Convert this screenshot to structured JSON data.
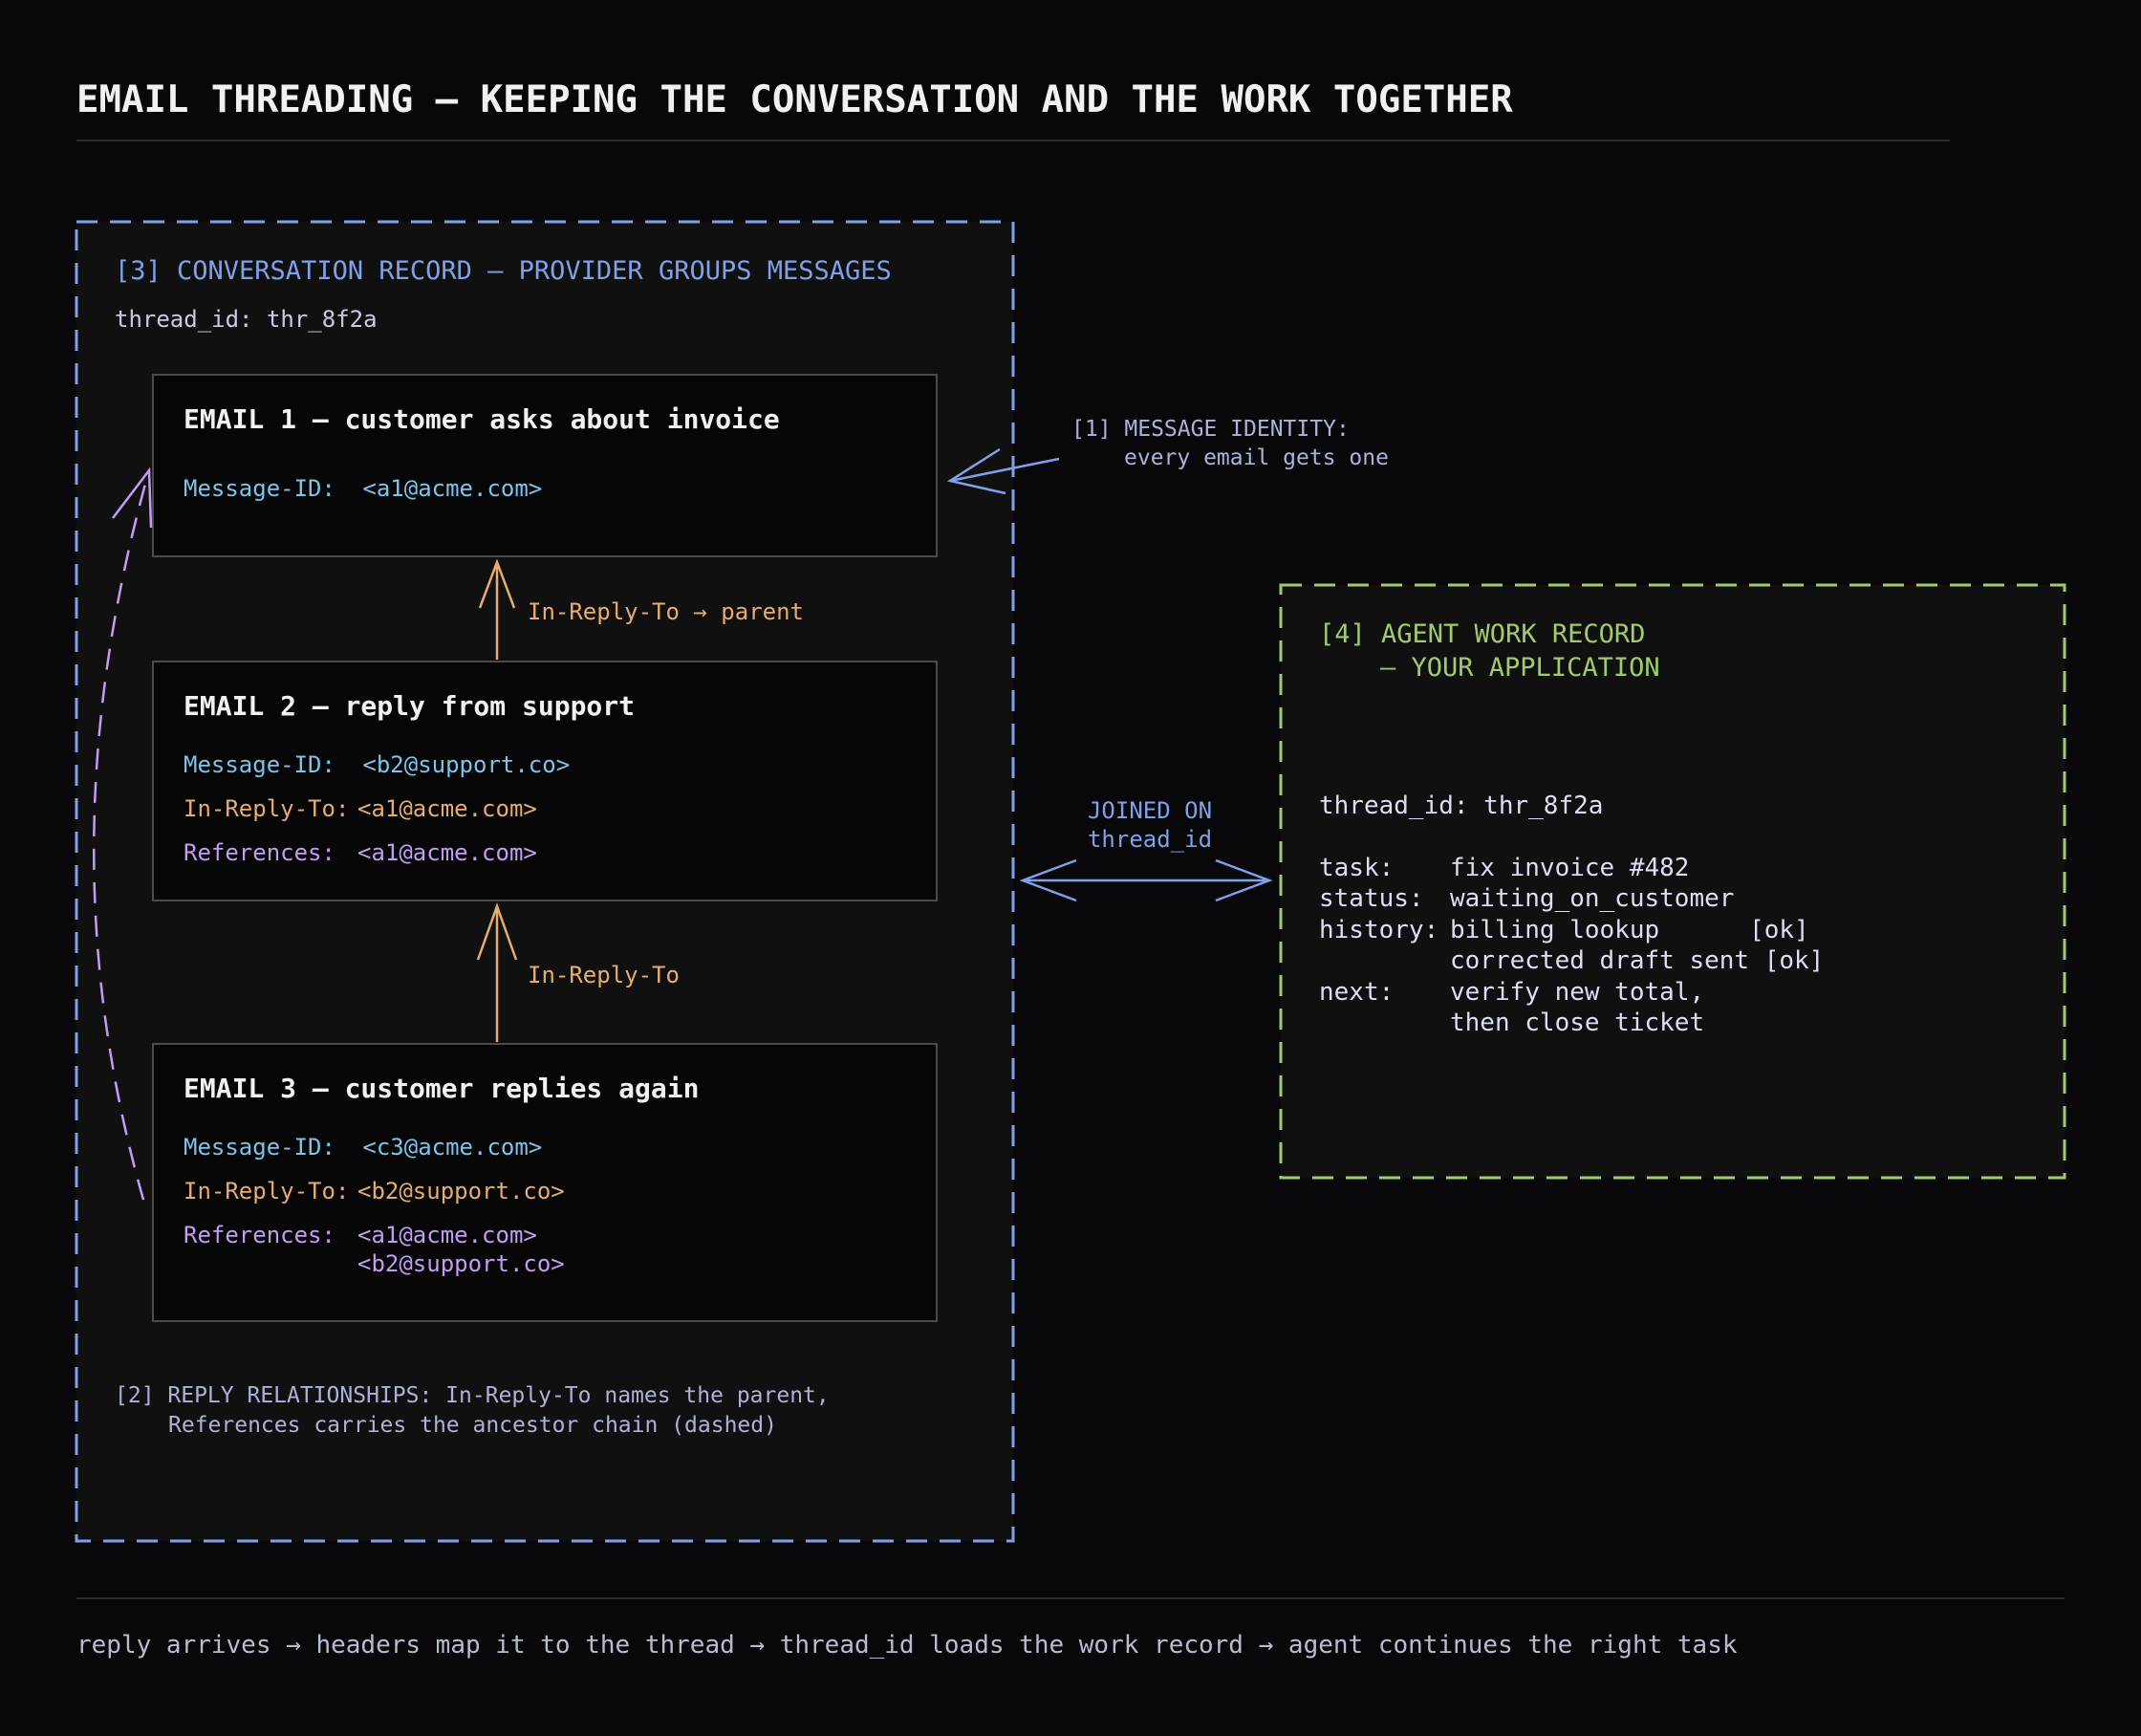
{
  "colors": {
    "background": "#08080a",
    "panel": "#101011",
    "card": "#060607",
    "card_border": "#4a4a50",
    "blue": "#7fa0ea",
    "green": "#a2cc6c",
    "cyan": "#7cc4ea",
    "orange": "#e6ad6e",
    "purple": "#c39cf4",
    "text": "#f1f1f4",
    "muted": "#aeb1da"
  },
  "title": "EMAIL THREADING — KEEPING THE CONVERSATION AND THE WORK TOGETHER",
  "conversation": {
    "heading": "[3] CONVERSATION RECORD — PROVIDER GROUPS MESSAGES",
    "thread_line": "thread_id: thr_8f2a",
    "note": {
      "line1": "[2] REPLY RELATIONSHIPS: In-Reply-To names the parent,",
      "line2": "References carries the ancestor chain (dashed)"
    }
  },
  "emails": [
    {
      "title": "EMAIL 1 — customer asks about invoice",
      "message_id_label": "Message-ID:",
      "message_id": "<a1@acme.com>"
    },
    {
      "title": "EMAIL 2 — reply from support",
      "message_id_label": "Message-ID:",
      "message_id": "<b2@support.co>",
      "in_reply_to_label": "In-Reply-To:",
      "in_reply_to": "<a1@acme.com>",
      "references_label": "References:",
      "references": [
        "<a1@acme.com>"
      ]
    },
    {
      "title": "EMAIL 3 — customer replies again",
      "message_id_label": "Message-ID:",
      "message_id": "<c3@acme.com>",
      "in_reply_to_label": "In-Reply-To:",
      "in_reply_to": "<b2@support.co>",
      "references_label": "References:",
      "references": [
        "<a1@acme.com>",
        "<b2@support.co>"
      ]
    }
  ],
  "edges": {
    "reply_parent_label": "In-Reply-To → parent",
    "reply_label": "In-Reply-To"
  },
  "identity_note": {
    "line1": "[1] MESSAGE IDENTITY:",
    "line2": "every email gets one"
  },
  "join": {
    "line1": "JOINED ON",
    "line2": "thread_id"
  },
  "work": {
    "heading_line1": "[4] AGENT WORK RECORD",
    "heading_line2": "— YOUR APPLICATION",
    "thread_line": "thread_id: thr_8f2a",
    "task_label": "task:",
    "task": "fix invoice #482",
    "status_label": "status:",
    "status": "waiting_on_customer",
    "history_label": "history:",
    "history": [
      "billing lookup      [ok]",
      "corrected draft sent [ok]"
    ],
    "next_label": "next:",
    "next": [
      "verify new total,",
      "then close ticket"
    ]
  },
  "footer": "reply arrives → headers map it to the thread → thread_id loads the work record → agent continues the right task"
}
